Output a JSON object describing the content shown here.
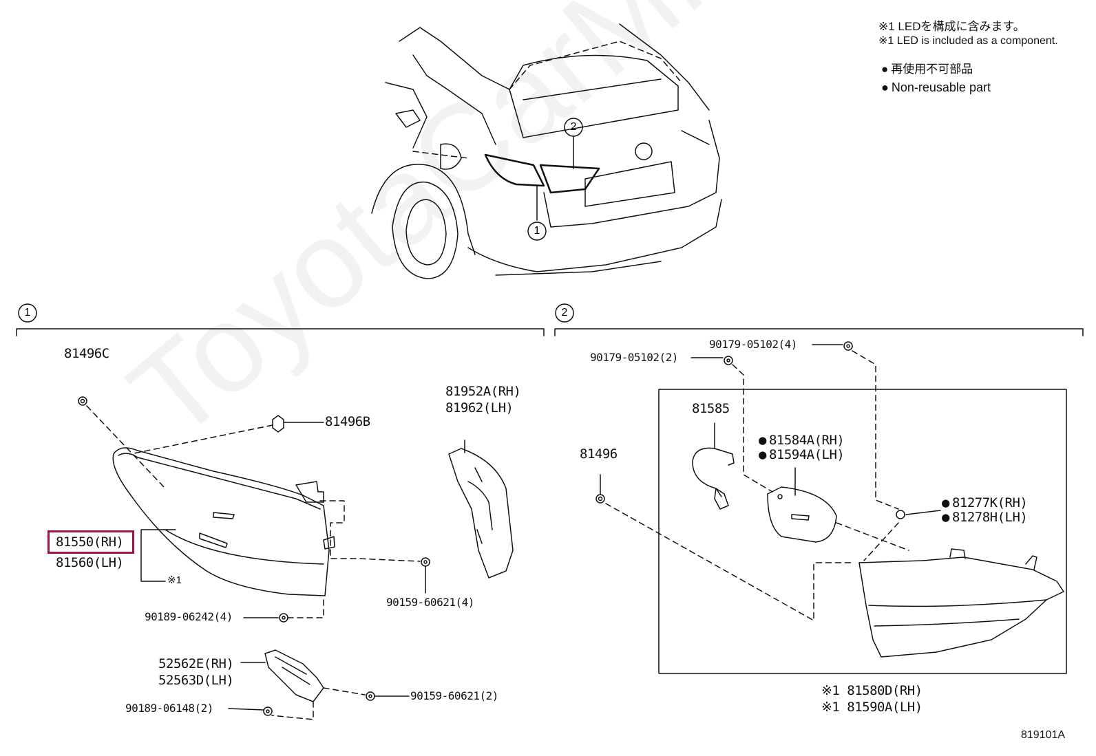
{
  "notes": {
    "led_jp": "※1 LEDを構成に含みます。",
    "led_en": "※1 LED is included as a component.",
    "nonreusable_jp": "再使用不可部品",
    "nonreusable_en": "Non-reusable part"
  },
  "watermark": "ToyotaCarMine.ru",
  "sections": {
    "one": "1",
    "two": "2"
  },
  "callouts": {
    "c1": "1",
    "c2": "2"
  },
  "parts": {
    "p81496C": "81496C",
    "p81496B": "81496B",
    "p81952A": "81952A(RH)",
    "p81962": "81962(LH)",
    "p81550": "81550(RH)",
    "p81560": "81560(LH)",
    "mark1": "※1",
    "p90159a": "90159-60621(4)",
    "p90189a": "90189-06242(4)",
    "p52562E": "52562E(RH)",
    "p52563D": "52563D(LH)",
    "p90159b": "90159-60621(2)",
    "p90189b": "90189-06148(2)",
    "p90179a": "90179-05102(4)",
    "p90179b": "90179-05102(2)",
    "p81585": "81585",
    "p81584A": "81584A(RH)",
    "p81594A": "81594A(LH)",
    "p81496": "81496",
    "p81277K": "81277K(RH)",
    "p81278H": "81278H(LH)",
    "p81580D": "※1 81580D(RH)",
    "p81590A": "※1 81590A(LH)"
  },
  "figure_id": "819101A",
  "colors": {
    "highlight": "#a0123f",
    "line": "#111111"
  },
  "highlighted_part": "81550(RH)"
}
